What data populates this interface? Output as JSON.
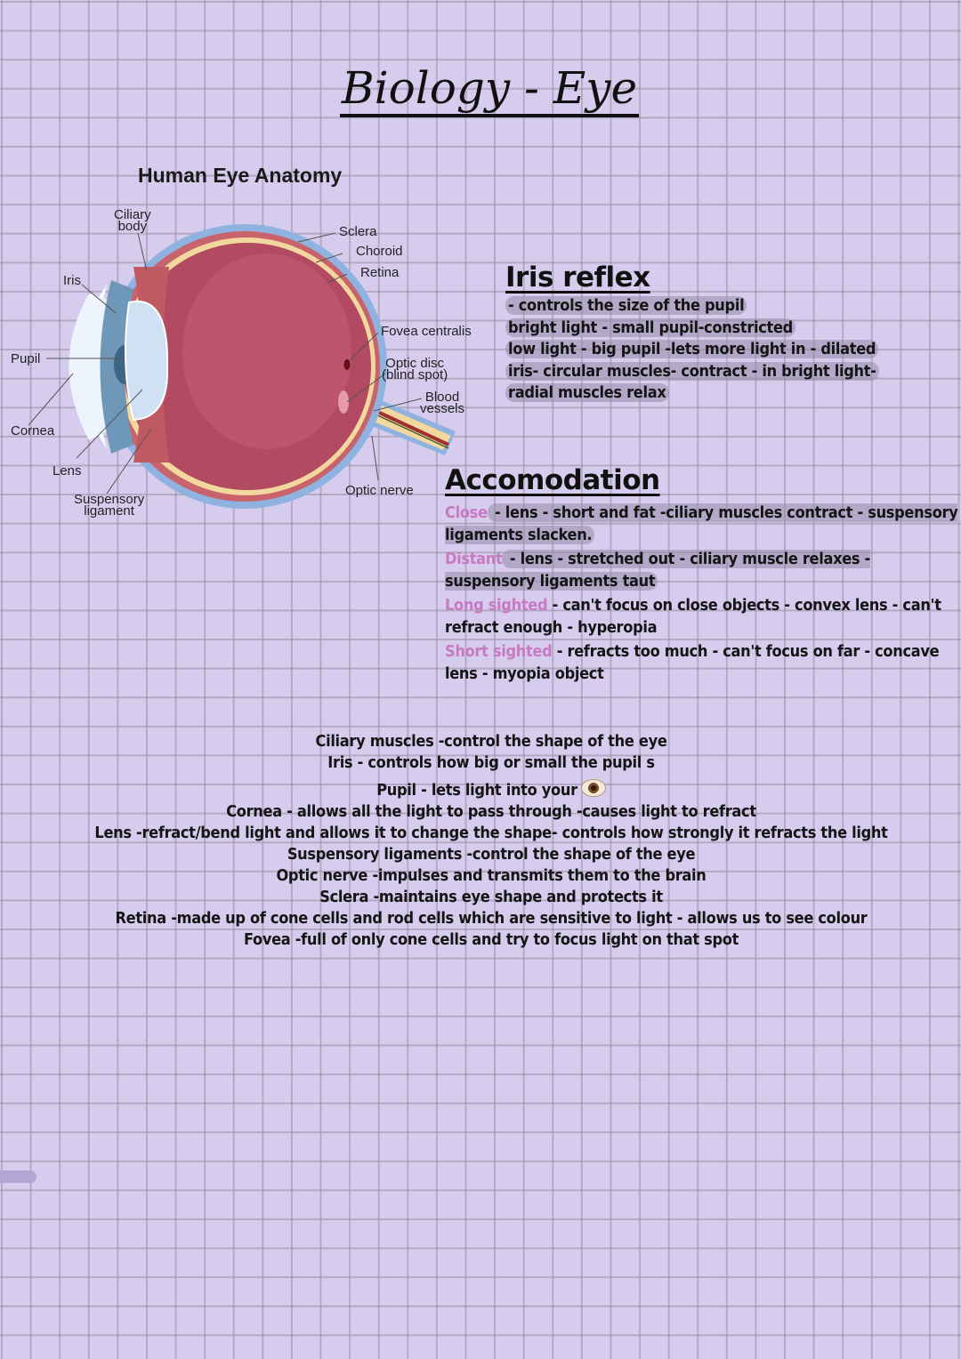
{
  "page": {
    "title": "Biology - Eye",
    "background_color": "#d6cdee",
    "accent_pink": "#c879c2"
  },
  "diagram": {
    "title": "Human Eye Anatomy",
    "labels": {
      "ciliary_body_1": "Ciliary",
      "ciliary_body_2": "body",
      "iris": "Iris",
      "pupil": "Pupil",
      "cornea": "Cornea",
      "lens": "Lens",
      "suspensory_1": "Suspensory",
      "suspensory_2": "ligament",
      "sclera": "Sclera",
      "choroid": "Choroid",
      "retina": "Retina",
      "fovea": "Fovea centralis",
      "optic_disc_1": "Optic disc",
      "optic_disc_2": "(blind spot)",
      "blood_1": "Blood",
      "blood_2": "vessels",
      "optic_nerve": "Optic nerve"
    }
  },
  "iris_reflex": {
    "heading": "Iris reflex",
    "lines": [
      " - controls the size of the pupil",
      "bright light - small pupil-constricted",
      "low light - big pupil -lets more light in - dilated",
      "iris- circular muscles- contract - in bright light-",
      "radial muscles relax"
    ]
  },
  "accommodation": {
    "heading": "Accomodation",
    "items": [
      {
        "term": "Close",
        "text": " - lens - short and fat -ciliary muscles contract - suspensory ligaments slacken."
      },
      {
        "term": "Distant",
        "text": " - lens - stretched out - ciliary muscle relaxes - suspensory ligaments taut"
      },
      {
        "term": "Long sighted",
        "text": " - can't focus on close objects - convex lens - can't refract enough - hyperopia"
      },
      {
        "term": "Short sighted",
        "text": " - refracts too much - can't focus on far - concave lens - myopia object"
      }
    ]
  },
  "definitions": [
    "Ciliary  muscles -control the shape of the eye",
    "Iris - controls how big or small the pupil s",
    "Pupil - lets light into your",
    "Cornea - allows all the light to pass through -causes light to refract",
    "Lens -refract/bend light and allows it to change the shape- controls how strongly it refracts the light",
    "Suspensory ligaments -control the shape of the eye",
    "Optic nerve -impulses and transmits them to the brain",
    "Sclera -maintains eye shape and protects it",
    "Retina -made up of cone cells and rod cells which are sensitive to light - allows us to see colour",
    "Fovea -full of only cone cells and try to focus light on that spot"
  ],
  "icons": {
    "eye_emoji": "eye-icon"
  }
}
